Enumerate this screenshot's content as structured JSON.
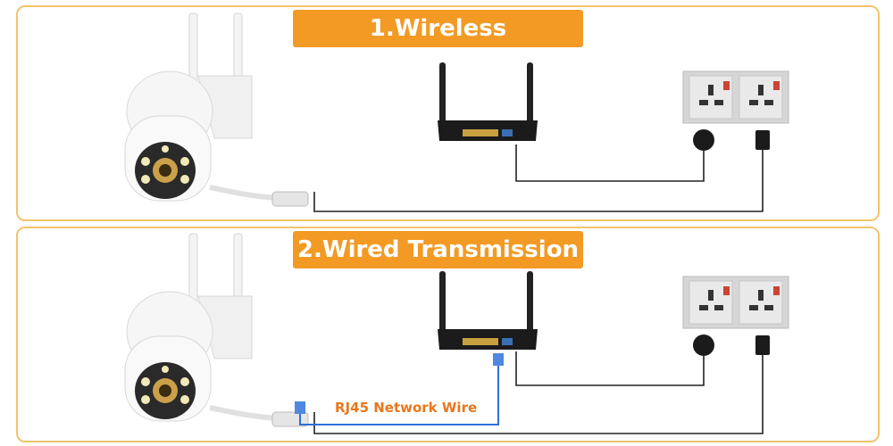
{
  "sections": [
    {
      "title": "1.Wireless Transmission"
    },
    {
      "title": "2.Wired Transmission",
      "cable_label": "RJ45 Network Wire"
    }
  ],
  "colors": {
    "accent": "#f39a24",
    "border": "#f3c36e",
    "label": "#e8771c",
    "network_wire": "#2f6fd6"
  },
  "icons": [
    "ptz-camera-icon",
    "wifi-router-icon",
    "wall-socket-icon",
    "power-adapter-icon"
  ]
}
